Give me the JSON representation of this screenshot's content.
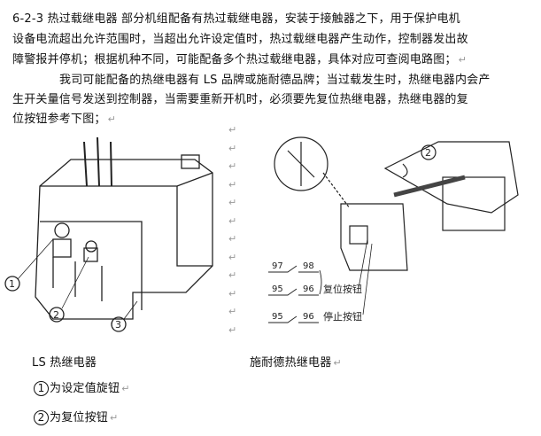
{
  "paragraphs": [
    "6-2-3 热过载继电器 部分机组配备有热过载继电器，安装于接触器之下，用于保护电机",
    "设备电流超出允许范围时，当超出允许设定值时，热过载继电器产生动作，控制器发出故",
    "障警报并停机；根据机种不同，可能配备多个热过载继电器，具体对应可查阅电路图；",
    "我司可能配备的热继电器有 LS 品牌或施耐德品牌；当过载发生时，热继电器内会产",
    "生开关量信号发送到控制器，当需要重新开机时，必须要先复位热继电器，热继电器的复",
    "位按钮参考下图；"
  ],
  "return_mark": "↵",
  "left_figure": {
    "callouts": [
      "1",
      "2",
      "3"
    ]
  },
  "right_figure": {
    "callout": "2",
    "contacts": [
      {
        "a": "97",
        "b": "98"
      },
      {
        "a": "95",
        "b": "96"
      },
      {
        "a": "95",
        "b": "96"
      }
    ],
    "reset_label": "复位按钮",
    "stop_label": "停止按钮"
  },
  "captions": {
    "left": "LS 热继电器",
    "right": "施耐德热继电器"
  },
  "notes": [
    {
      "num": "1",
      "text": "为设定值旋钮"
    },
    {
      "num": "2",
      "text": "为复位按钮"
    }
  ]
}
